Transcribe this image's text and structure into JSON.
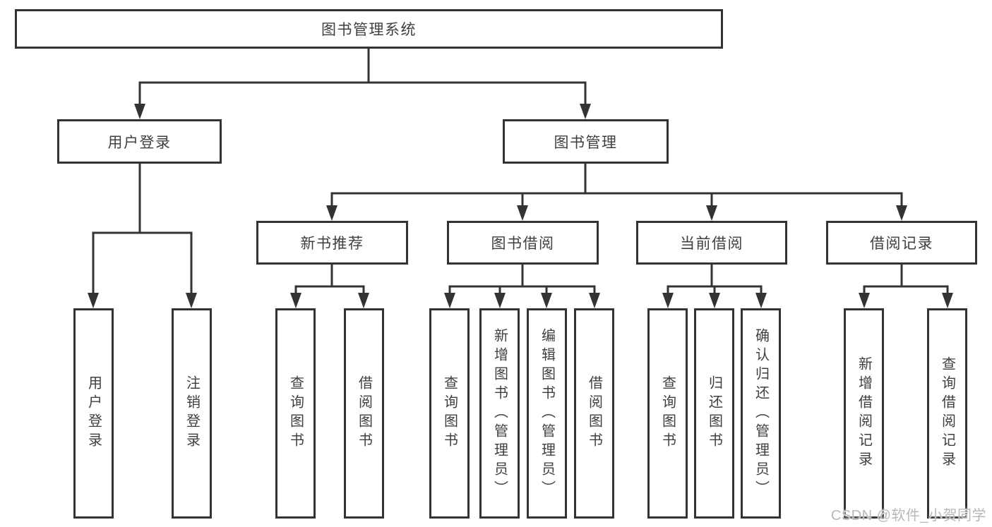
{
  "colors": {
    "line": "#333333",
    "text": "#3f3f3f",
    "background": "#ffffff",
    "watermark": "#b8b8b8"
  },
  "watermark": "CSDN @软件_小贺同学",
  "tree": {
    "label": "图书管理系统",
    "children": [
      {
        "label": "用户登录",
        "children": [
          {
            "label": "用户登录"
          },
          {
            "label": "注销登录"
          }
        ]
      },
      {
        "label": "图书管理",
        "children": [
          {
            "label": "新书推荐",
            "children": [
              {
                "label": "查询图书"
              },
              {
                "label": "借阅图书"
              }
            ]
          },
          {
            "label": "图书借阅",
            "children": [
              {
                "label": "查询图书"
              },
              {
                "label": "新增图书（管理员）"
              },
              {
                "label": "编辑图书（管理员）"
              },
              {
                "label": "借阅图书"
              }
            ]
          },
          {
            "label": "当前借阅",
            "children": [
              {
                "label": "查询图书"
              },
              {
                "label": "归还图书"
              },
              {
                "label": "确认归还（管理员）"
              }
            ]
          },
          {
            "label": "借阅记录",
            "children": [
              {
                "label": "新增借阅记录"
              },
              {
                "label": "查询借阅记录"
              }
            ]
          }
        ]
      }
    ]
  }
}
